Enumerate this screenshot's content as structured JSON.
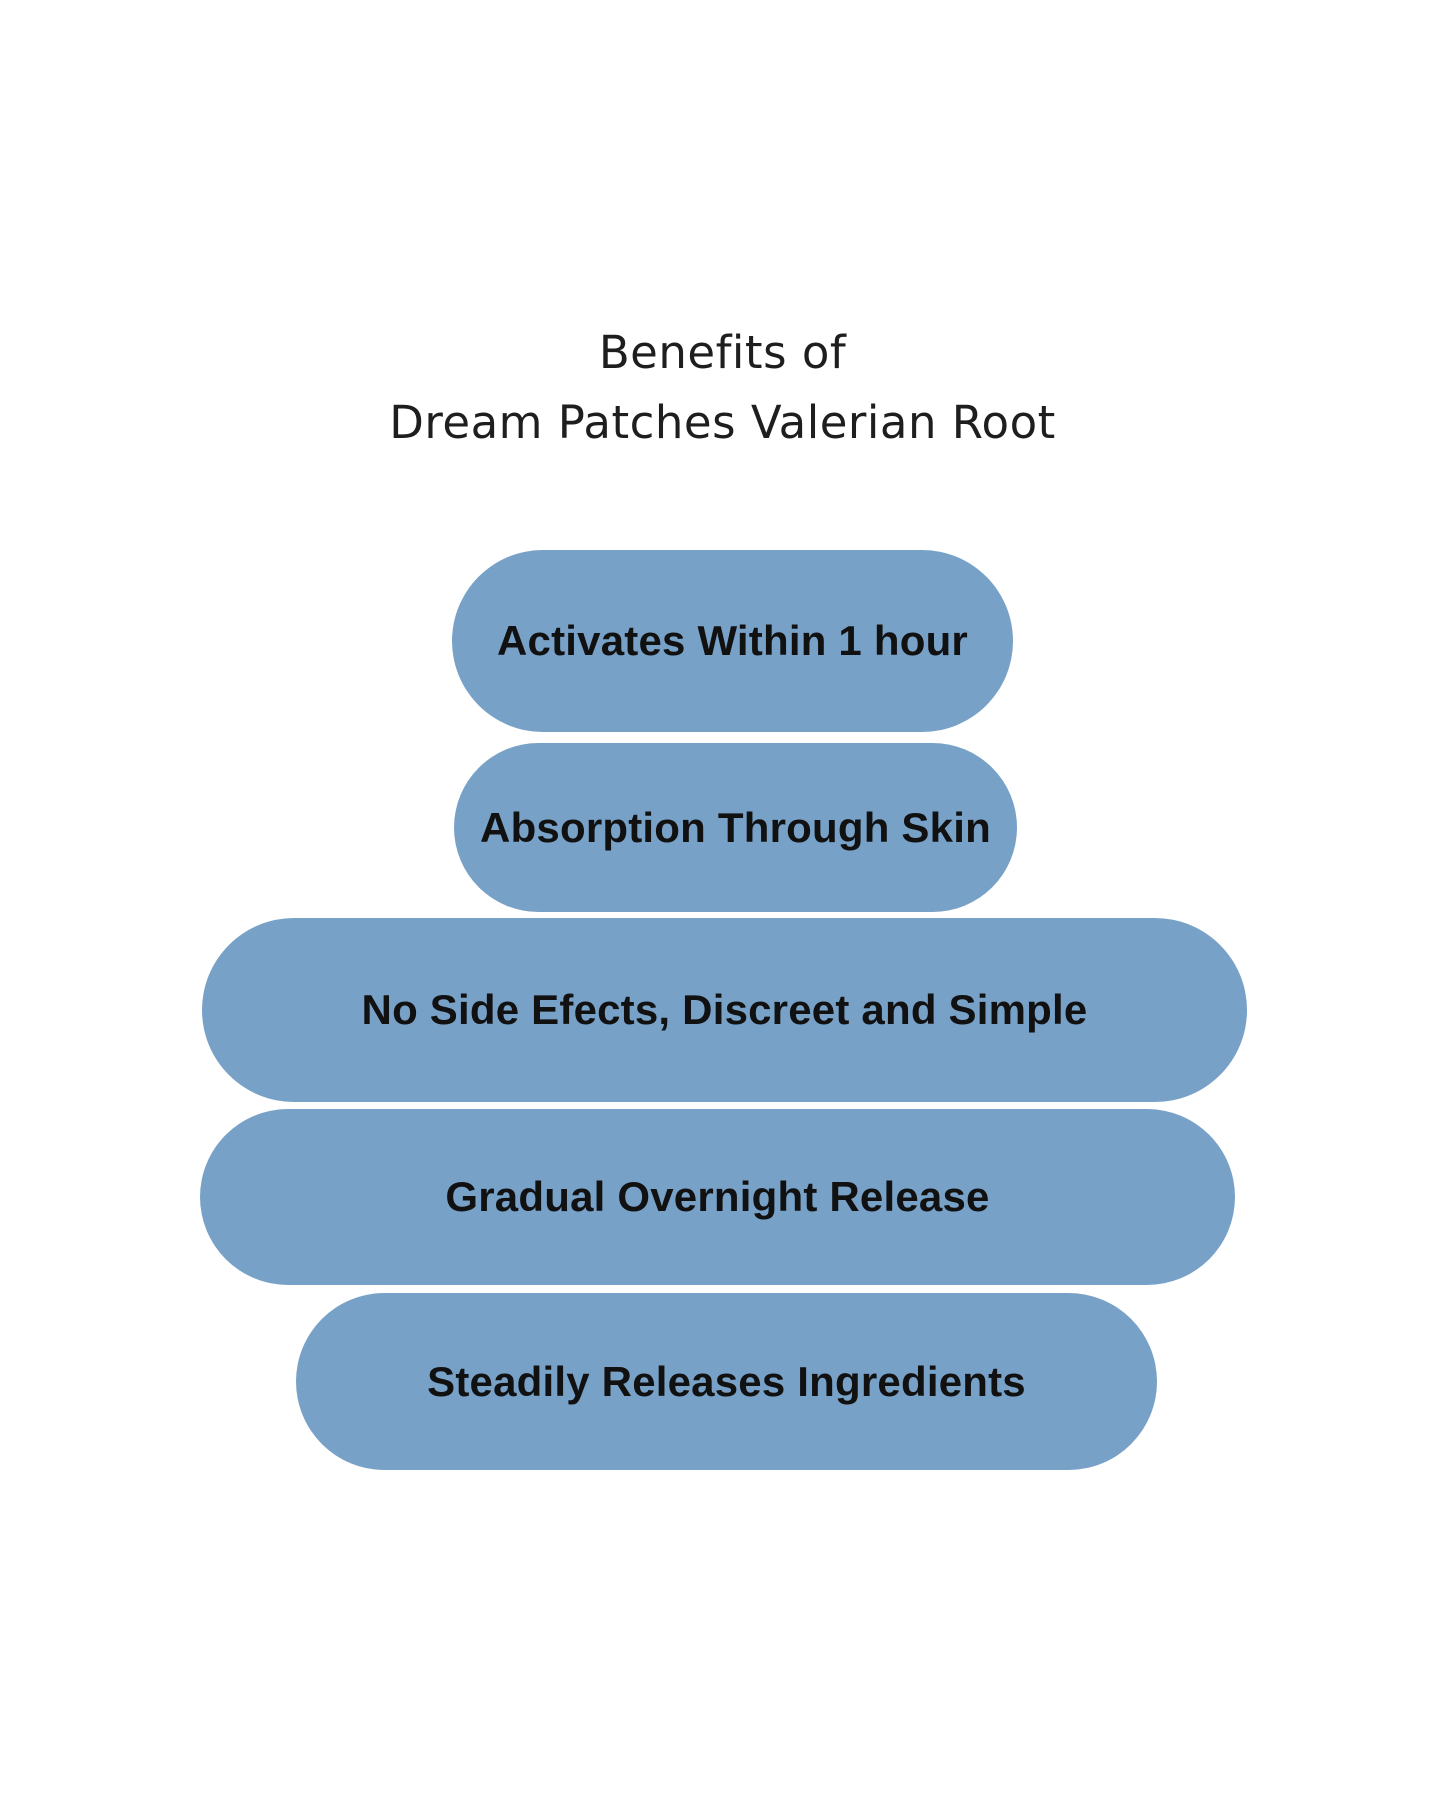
{
  "title": {
    "line1": "Benefits of",
    "line2": "Dream Patches Valerian Root"
  },
  "pills": [
    {
      "label": "Activates Within 1 hour"
    },
    {
      "label": "Absorption Through Skin"
    },
    {
      "label": "No Side Efects, Discreet and Simple"
    },
    {
      "label": "Gradual Overnight Release"
    },
    {
      "label": "Steadily Releases Ingredients"
    }
  ],
  "colors": {
    "background": "#ffffff",
    "pill_fill": "#78a1c8",
    "pill_text": "#111111",
    "title_text": "#1e1e1e"
  }
}
